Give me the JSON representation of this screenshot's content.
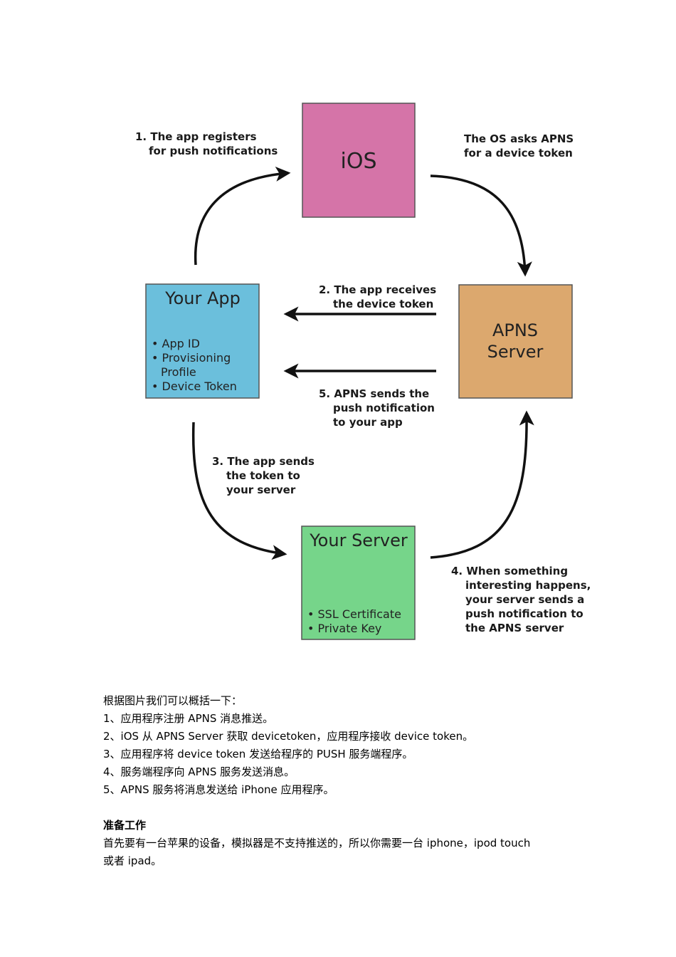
{
  "diagram": {
    "ios": {
      "title": "iOS",
      "color": "#d574a8"
    },
    "your_app": {
      "title": "Your App",
      "items": [
        "• App ID",
        "• Provisioning",
        "Profile",
        "• Device Token"
      ],
      "color": "#6bbfdc"
    },
    "apns_server": {
      "title_line1": "APNS",
      "title_line2": "Server",
      "color": "#dca86e"
    },
    "your_server": {
      "title": "Your Server",
      "items": [
        "• SSL Certificate",
        "• Private Key"
      ],
      "color": "#76d58a"
    },
    "step1": [
      "1. The app registers",
      "for push notifications"
    ],
    "os_asks": [
      "The OS asks APNS",
      "for a device token"
    ],
    "step2": [
      "2. The app receives",
      "the device token"
    ],
    "step5": [
      "5. APNS sends the",
      "push notification",
      "to your app"
    ],
    "step3": [
      "3. The app sends",
      "the token to",
      "your server"
    ],
    "step4": [
      "4. When something",
      "interesting happens,",
      "your server sends a",
      "push notification to",
      "the APNS server"
    ]
  },
  "document": {
    "intro": "根据图片我们可以概括一下：",
    "steps": [
      "1、应用程序注册 APNS 消息推送。",
      "2、iOS 从 APNS Server 获取 devicetoken，应用程序接收 device token。",
      "3、应用程序将 device token 发送给程序的 PUSH 服务端程序。",
      "4、服务端程序向 APNS 服务发送消息。",
      "5、APNS 服务将消息发送给 iPhone 应用程序。"
    ],
    "heading": "准备工作",
    "paragraph_line1": "首先要有一台苹果的设备，模拟器是不支持推送的，所以你需要一台 iphone，ipod touch",
    "paragraph_line2": "或者 ipad。"
  }
}
